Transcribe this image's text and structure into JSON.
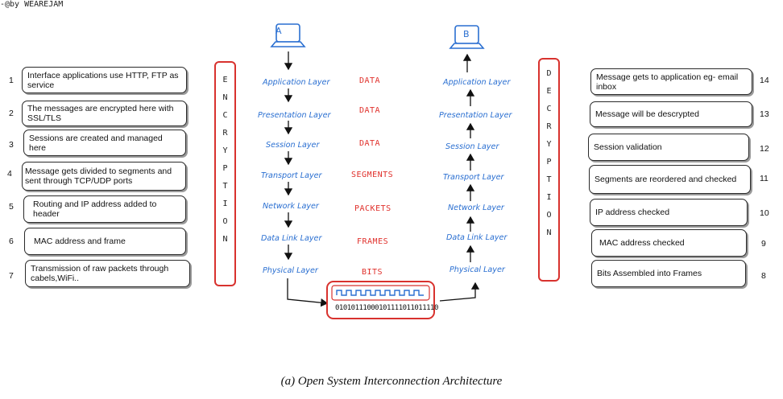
{
  "author": "-@by WEAREJAM",
  "hosts": {
    "a": "A",
    "b": "B"
  },
  "left_items": [
    {
      "num": "1",
      "text": "Interface applications use HTTP, FTP as service"
    },
    {
      "num": "2",
      "text": "The messages are encrypted here with SSL/TLS"
    },
    {
      "num": "3",
      "text": "Sessions are created and managed here"
    },
    {
      "num": "4",
      "text": "Message gets divided to segments and sent through TCP/UDP ports"
    },
    {
      "num": "5",
      "text": "Routing and IP address added to header"
    },
    {
      "num": "6",
      "text": "MAC address and frame"
    },
    {
      "num": "7",
      "text": "Transmission of raw packets through cabels,WiFi.."
    }
  ],
  "right_items": [
    {
      "num": "14",
      "text": "Message gets to application eg- email inbox"
    },
    {
      "num": "13",
      "text": "Message will be descrypted"
    },
    {
      "num": "12",
      "text": "Session validation"
    },
    {
      "num": "11",
      "text": "Segments are reordered and checked"
    },
    {
      "num": "10",
      "text": "IP address checked"
    },
    {
      "num": "9",
      "text": "MAC address checked"
    },
    {
      "num": "8",
      "text": "Bits Assembled into Frames"
    }
  ],
  "encryption_letters": [
    "E",
    "N",
    "C",
    "R",
    "Y",
    "P",
    "T",
    "I",
    "O",
    "N"
  ],
  "decryption_letters": [
    "D",
    "E",
    "C",
    "R",
    "Y",
    "P",
    "T",
    "I",
    "O",
    "N"
  ],
  "layers": [
    "Application Layer",
    "Presentation Layer",
    "Session Layer",
    "Transport Layer",
    "Network Layer",
    "Data Link Layer",
    "Physical Layer"
  ],
  "pdus": [
    "DATA",
    "DATA",
    "DATA",
    "SEGMENTS",
    "PACKETS",
    "FRAMES",
    "BITS"
  ],
  "bitstream": "01010111000101111011011110",
  "caption": "(a)  Open System Interconnection Architecture",
  "colors": {
    "layer_text": "#2a6fd1",
    "pdu_text": "#e0302b",
    "accent_border": "#d8322e"
  }
}
